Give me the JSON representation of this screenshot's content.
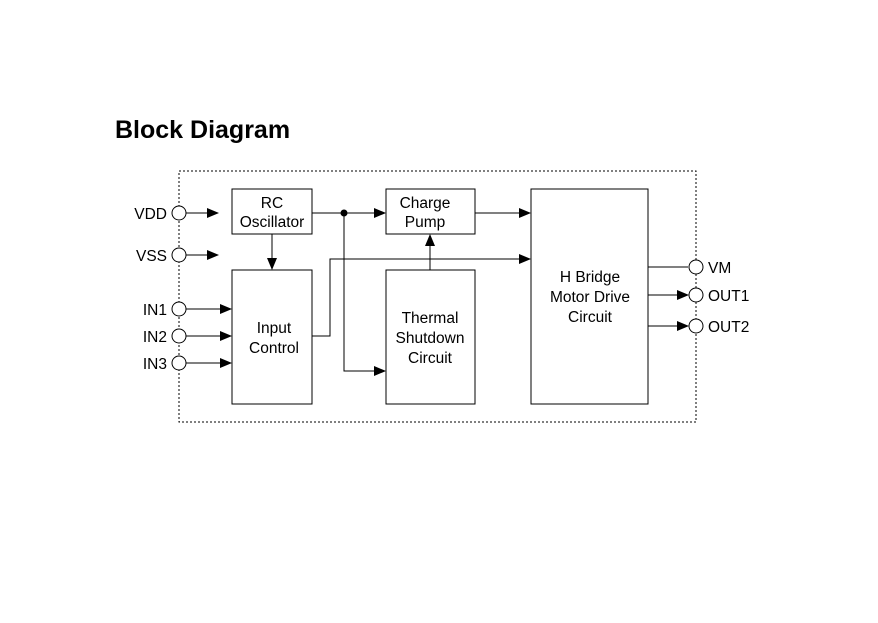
{
  "title": "Block Diagram",
  "blocks": {
    "rc_oscillator": [
      "RC",
      "Oscillator"
    ],
    "charge_pump": [
      "Charge",
      "Pump"
    ],
    "input_control": [
      "Input",
      "Control"
    ],
    "thermal_shutdown": [
      "Thermal",
      "Shutdown",
      "Circuit"
    ],
    "h_bridge": [
      "H Bridge",
      "Motor Drive",
      "Circuit"
    ]
  },
  "pins": {
    "vdd": "VDD",
    "vss": "VSS",
    "in1": "IN1",
    "in2": "IN2",
    "in3": "IN3",
    "vm": "VM",
    "out1": "OUT1",
    "out2": "OUT2"
  }
}
